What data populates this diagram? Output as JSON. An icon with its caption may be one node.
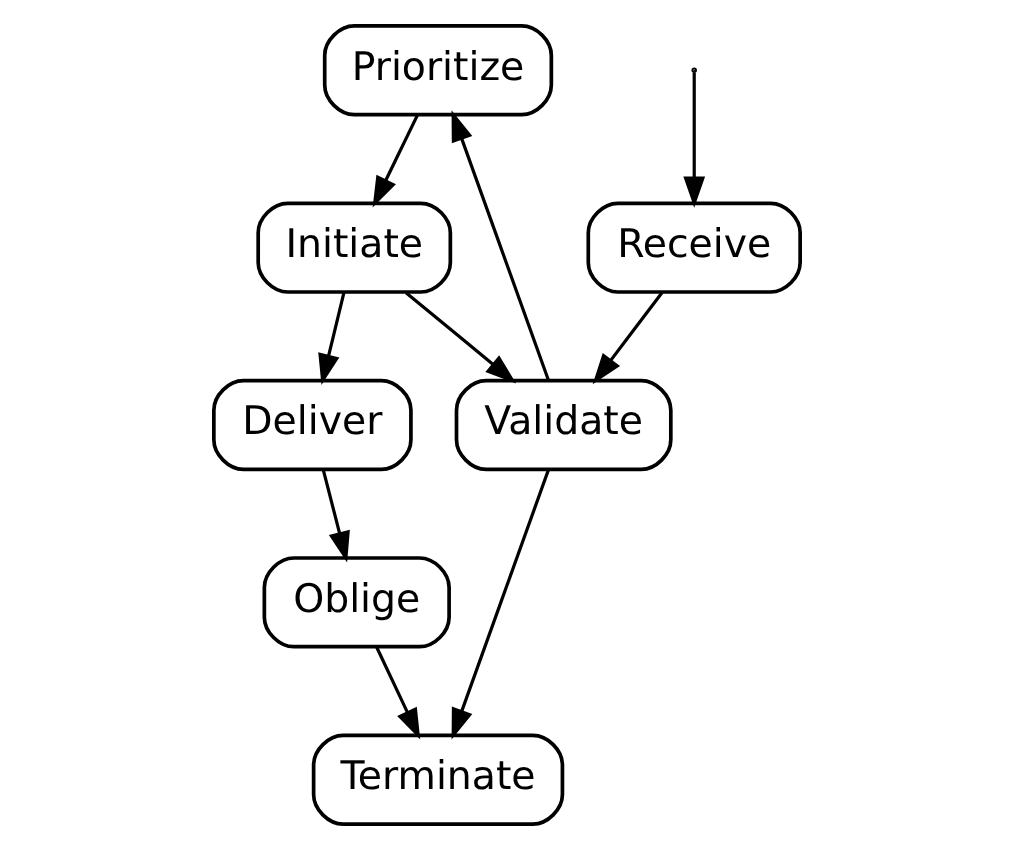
{
  "diagram": {
    "nodes": [
      {
        "text": [
          "Prioritize"
        ]
      },
      {
        "text": [
          "Initiate"
        ]
      },
      {
        "text": [
          "Deliver"
        ]
      },
      {
        "text": [
          "Oblige"
        ]
      },
      {
        "text": [
          "Terminate"
        ]
      },
      {
        "text": [
          "Validate"
        ]
      },
      {
        "text": [
          "Receive"
        ]
      }
    ],
    "edges": [
      {
        "from": 0,
        "to": 1,
        "arrow": "to"
      },
      {
        "from": 1,
        "to": 2,
        "arrow": "to"
      },
      {
        "from": 1,
        "to": 5,
        "arrow": "to"
      },
      {
        "from": 2,
        "to": 3,
        "arrow": "to"
      },
      {
        "from": 3,
        "to": 4,
        "arrow": "to"
      },
      {
        "from": 5,
        "to": 0,
        "arrow": "to"
      },
      {
        "from": 5,
        "to": 4,
        "arrow": "to"
      },
      {
        "from": 6,
        "to": 5,
        "arrow": "to"
      },
      {
        "from": null,
        "to": 6,
        "arrow": "to"
      }
    ]
  }
}
